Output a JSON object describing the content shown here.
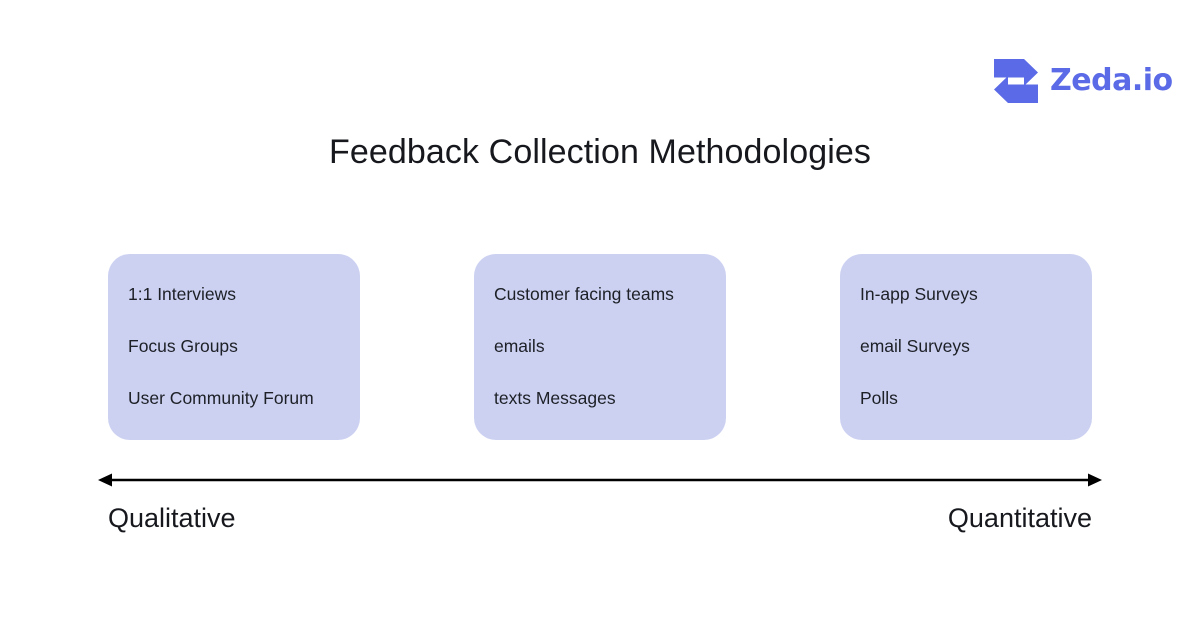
{
  "page": {
    "background_color": "#ffffff",
    "title": "Feedback Collection Methodologies"
  },
  "brand": {
    "name": "Zeda.io",
    "logo_icon": "zeda-z-arrows-logo-icon",
    "color": "#5b6ae6"
  },
  "diagram": {
    "card_fill_color": "#ccd1f2",
    "cards": [
      {
        "id": "qualitative-card",
        "items": [
          "1:1 Interviews",
          "Focus Groups",
          "User Community Forum"
        ]
      },
      {
        "id": "mixed-card",
        "items": [
          "Customer facing teams",
          "emails",
          "texts Messages"
        ]
      },
      {
        "id": "quantitative-card",
        "items": [
          "In-app Surveys",
          "email Surveys",
          "Polls"
        ]
      }
    ],
    "axis": {
      "type": "double-headed-arrow",
      "left_label": "Qualitative",
      "right_label": "Quantitative",
      "line_color": "#000000"
    }
  }
}
